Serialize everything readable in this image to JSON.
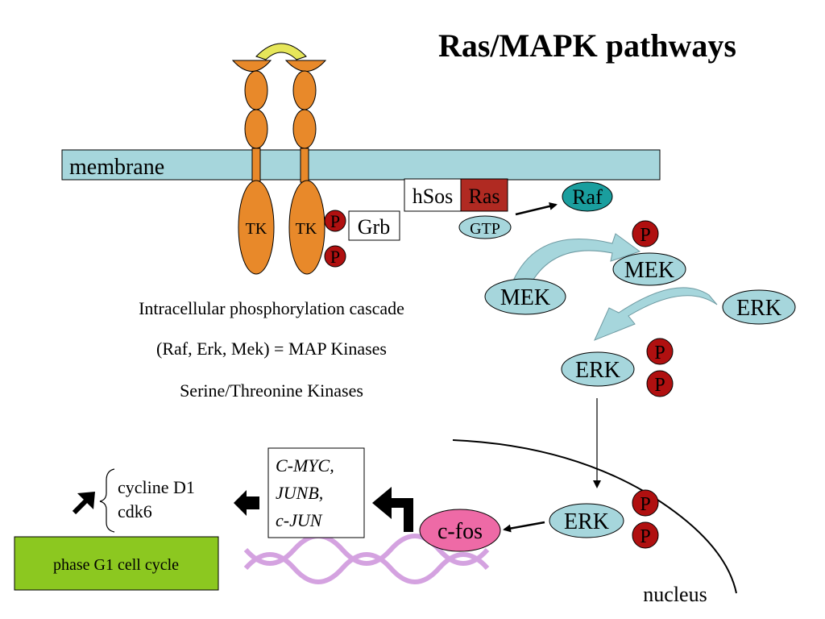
{
  "title": "Ras/MAPK pathways",
  "colors": {
    "title": "#e00000",
    "membrane": "#a6d6dc",
    "receptor": "#e8892a",
    "ligand": "#e6e65a",
    "phospho": "#b01010",
    "ras": "#b02a22",
    "raf": "#1a9e9e",
    "kinase": "#a6d6dc",
    "cfos": "#ee6aa6",
    "dna": "#d4a2e0",
    "phase": "#8cc820",
    "arrow_curve": "#a6d6dc"
  },
  "labels": {
    "membrane": "membrane",
    "tk_left": "TK",
    "tk_right": "TK",
    "p": "P",
    "grb": "Grb",
    "hsos": "hSos",
    "ras": "Ras",
    "gtp": "GTP",
    "raf": "Raf",
    "mek_inactive": "MEK",
    "mek_active": "MEK",
    "erk_inactive": "ERK",
    "erk_active": "ERK",
    "erk_nuclear": "ERK",
    "cfos": "c-fos",
    "genes": [
      "C-MYC,",
      "JUNB,",
      "c-JUN"
    ],
    "targets": [
      "cycline D1",
      "cdk6"
    ],
    "phase": "phase G1 cell cycle",
    "nucleus": "nucleus"
  },
  "notes": [
    "Intracellular phosphorylation cascade",
    "(Raf, Erk, Mek) = MAP Kinases",
    "Serine/Threonine Kinases"
  ],
  "icons": {
    "up_arrow": "up-right-arrow-icon",
    "left_arrow": "left-block-arrow-icon",
    "turn_arrow": "bent-arrow-icon"
  }
}
